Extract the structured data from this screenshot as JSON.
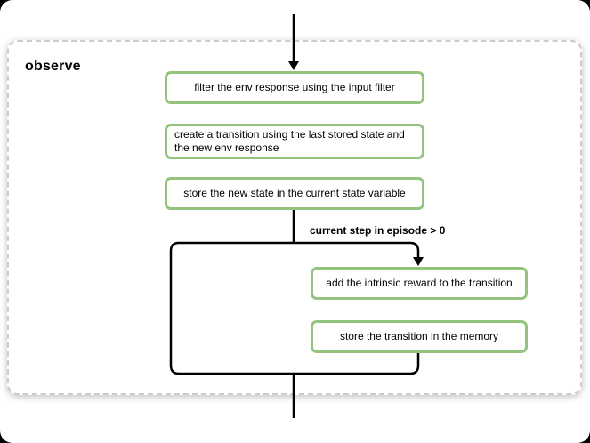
{
  "diagram": {
    "title": "observe",
    "condition_label": "current step in episode > 0",
    "nodes": [
      {
        "id": "filter-env-response",
        "label": "filter the env response using the input filter"
      },
      {
        "id": "create-transition",
        "label": "create a transition using the last stored state and the new env response"
      },
      {
        "id": "store-new-state",
        "label": "store the new state in the current state variable"
      },
      {
        "id": "add-intrinsic-reward",
        "label": "add the intrinsic reward to the transition"
      },
      {
        "id": "store-transition-memory",
        "label": "store the transition in the memory"
      }
    ],
    "colors": {
      "node_border": "#93c47d",
      "node_fill": "#ffffff",
      "connector": "#000000",
      "container_border": "#cccccc",
      "background": "#ffffff"
    }
  }
}
